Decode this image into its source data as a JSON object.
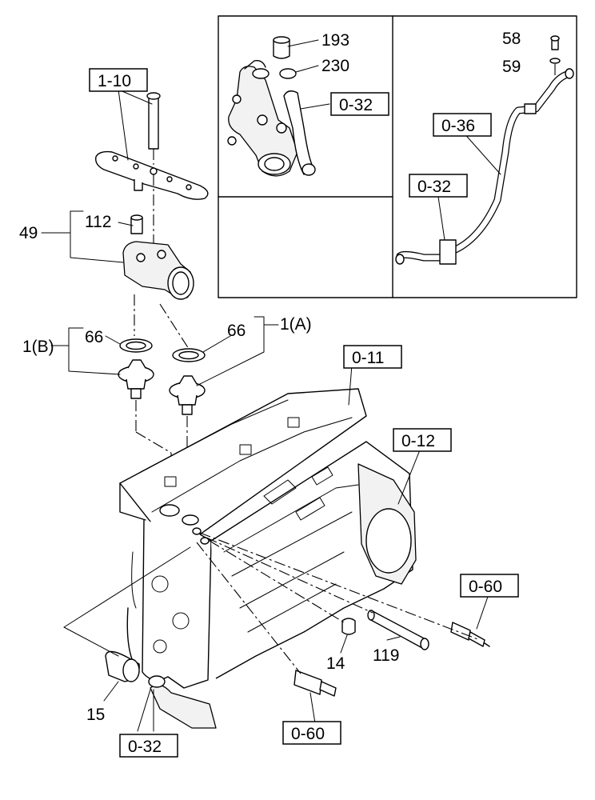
{
  "callouts": {
    "c_1_10": "1-10",
    "c_49": "49",
    "c_112": "112",
    "c_66_left": "66",
    "c_66_right": "66",
    "c_1b": "1(B)",
    "c_1a": "1(A)",
    "c_193": "193",
    "c_230": "230",
    "c_0_32_inset": "0-32",
    "c_58": "58",
    "c_59": "59",
    "c_0_36": "0-36",
    "c_0_32_pipe": "0-32",
    "c_0_11": "0-11",
    "c_0_12": "0-12",
    "c_0_60_right": "0-60",
    "c_119": "119",
    "c_14": "14",
    "c_15": "15",
    "c_0_60_bottom": "0-60",
    "c_0_32_bottom": "0-32"
  }
}
